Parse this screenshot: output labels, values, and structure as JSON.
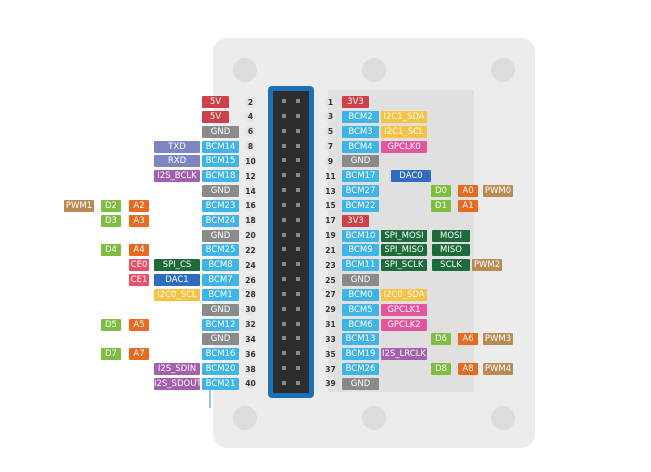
{
  "colors": {
    "power5v": "#cf4048",
    "power3v3": "#cf4048",
    "ground": "#8a8a8a",
    "bcm": "#3fb4e8",
    "i2c": "#f5c242",
    "uart": "#7d86c1",
    "i2s": "#a55fb0",
    "spi": "#1d6a3a",
    "digital": "#7dbd3f",
    "analog": "#e86a1e",
    "pwm": "#b98b55",
    "gpclk": "#e5559c",
    "dac": "#2f6bc0",
    "ce": "#ea4f6e",
    "connector": "#1a71b8"
  },
  "left": [
    {
      "pin": "2",
      "labels": [
        {
          "text": "5V",
          "type": "power5v"
        }
      ]
    },
    {
      "pin": "4",
      "labels": [
        {
          "text": "5V",
          "type": "power5v"
        }
      ]
    },
    {
      "pin": "6",
      "labels": [
        {
          "text": "GND",
          "type": "ground"
        }
      ]
    },
    {
      "pin": "8",
      "labels": [
        {
          "text": "TXD",
          "type": "uart"
        },
        {
          "text": "BCM14",
          "type": "bcm"
        }
      ]
    },
    {
      "pin": "10",
      "labels": [
        {
          "text": "RXD",
          "type": "uart"
        },
        {
          "text": "BCM15",
          "type": "bcm"
        }
      ]
    },
    {
      "pin": "12",
      "labels": [
        {
          "text": "I2S_BCLK",
          "type": "i2s"
        },
        {
          "text": "BCM18",
          "type": "bcm"
        }
      ]
    },
    {
      "pin": "14",
      "labels": [
        {
          "text": "GND",
          "type": "ground"
        }
      ]
    },
    {
      "pin": "16",
      "labels": [
        {
          "text": "PWM1",
          "type": "pwm"
        },
        {
          "text": "D2",
          "type": "digital"
        },
        {
          "text": "A2",
          "type": "analog"
        },
        {
          "text": "BCM23",
          "type": "bcm"
        }
      ]
    },
    {
      "pin": "18",
      "labels": [
        {
          "text": "D3",
          "type": "digital"
        },
        {
          "text": "A3",
          "type": "analog"
        },
        {
          "text": "BCM24",
          "type": "bcm"
        }
      ]
    },
    {
      "pin": "20",
      "labels": [
        {
          "text": "GND",
          "type": "ground"
        }
      ]
    },
    {
      "pin": "22",
      "labels": [
        {
          "text": "D4",
          "type": "digital"
        },
        {
          "text": "A4",
          "type": "analog"
        },
        {
          "text": "BCM25",
          "type": "bcm"
        }
      ]
    },
    {
      "pin": "24",
      "labels": [
        {
          "text": "CE0",
          "type": "ce"
        },
        {
          "text": "SPI_CS",
          "type": "spi"
        },
        {
          "text": "BCM8",
          "type": "bcm"
        }
      ]
    },
    {
      "pin": "26",
      "labels": [
        {
          "text": "CE1",
          "type": "ce"
        },
        {
          "text": "DAC1",
          "type": "dac"
        },
        {
          "text": "BCM7",
          "type": "bcm"
        }
      ]
    },
    {
      "pin": "28",
      "labels": [
        {
          "text": "I2C0_SCL",
          "type": "i2c"
        },
        {
          "text": "BCM1",
          "type": "bcm"
        }
      ]
    },
    {
      "pin": "30",
      "labels": [
        {
          "text": "GND",
          "type": "ground"
        }
      ]
    },
    {
      "pin": "32",
      "labels": [
        {
          "text": "D5",
          "type": "digital"
        },
        {
          "text": "A5",
          "type": "analog"
        },
        {
          "text": "BCM12",
          "type": "bcm"
        }
      ]
    },
    {
      "pin": "34",
      "labels": [
        {
          "text": "GND",
          "type": "ground"
        }
      ]
    },
    {
      "pin": "36",
      "labels": [
        {
          "text": "D7",
          "type": "digital"
        },
        {
          "text": "A7",
          "type": "analog"
        },
        {
          "text": "BCM16",
          "type": "bcm"
        }
      ]
    },
    {
      "pin": "38",
      "labels": [
        {
          "text": "I2S_SDIN",
          "type": "i2s"
        },
        {
          "text": "BCM20",
          "type": "bcm"
        }
      ]
    },
    {
      "pin": "40",
      "labels": [
        {
          "text": "I2S_SDOUT",
          "type": "i2s"
        },
        {
          "text": "BCM21",
          "type": "bcm"
        }
      ]
    }
  ],
  "right": [
    {
      "pin": "1",
      "labels": [
        {
          "text": "3V3",
          "type": "power3v3"
        }
      ]
    },
    {
      "pin": "3",
      "labels": [
        {
          "text": "BCM2",
          "type": "bcm"
        },
        {
          "text": "I2C1_SDA",
          "type": "i2c"
        }
      ]
    },
    {
      "pin": "5",
      "labels": [
        {
          "text": "BCM3",
          "type": "bcm"
        },
        {
          "text": "I2C1_SCL",
          "type": "i2c"
        }
      ]
    },
    {
      "pin": "7",
      "labels": [
        {
          "text": "BCM4",
          "type": "bcm"
        },
        {
          "text": "GPCLK0",
          "type": "gpclk"
        }
      ]
    },
    {
      "pin": "9",
      "labels": [
        {
          "text": "GND",
          "type": "ground"
        }
      ]
    },
    {
      "pin": "11",
      "labels": [
        {
          "text": "BCM17",
          "type": "bcm"
        },
        {
          "text": "DAC0",
          "type": "dac"
        }
      ]
    },
    {
      "pin": "13",
      "labels": [
        {
          "text": "BCM27",
          "type": "bcm"
        },
        {
          "text": "D0",
          "type": "digital"
        },
        {
          "text": "A0",
          "type": "analog"
        },
        {
          "text": "PWM0",
          "type": "pwm"
        }
      ]
    },
    {
      "pin": "15",
      "labels": [
        {
          "text": "BCM22",
          "type": "bcm"
        },
        {
          "text": "D1",
          "type": "digital"
        },
        {
          "text": "A1",
          "type": "analog"
        }
      ]
    },
    {
      "pin": "17",
      "labels": [
        {
          "text": "3V3",
          "type": "power3v3"
        }
      ]
    },
    {
      "pin": "19",
      "labels": [
        {
          "text": "BCM10",
          "type": "bcm"
        },
        {
          "text": "SPI_MOSI",
          "type": "spi"
        },
        {
          "text": "MOSI",
          "type": "spi"
        }
      ]
    },
    {
      "pin": "21",
      "labels": [
        {
          "text": "BCM9",
          "type": "bcm"
        },
        {
          "text": "SPI_MISO",
          "type": "spi"
        },
        {
          "text": "MISO",
          "type": "spi"
        }
      ]
    },
    {
      "pin": "23",
      "labels": [
        {
          "text": "BCM11",
          "type": "bcm"
        },
        {
          "text": "SPI_SCLK",
          "type": "spi"
        },
        {
          "text": "SCLK",
          "type": "spi"
        },
        {
          "text": "PWM2",
          "type": "pwm"
        }
      ]
    },
    {
      "pin": "25",
      "labels": [
        {
          "text": "GND",
          "type": "ground"
        }
      ]
    },
    {
      "pin": "27",
      "labels": [
        {
          "text": "BCM0",
          "type": "bcm"
        },
        {
          "text": "I2C0_SDA",
          "type": "i2c"
        }
      ]
    },
    {
      "pin": "29",
      "labels": [
        {
          "text": "BCM5",
          "type": "bcm"
        },
        {
          "text": "GPCLK1",
          "type": "gpclk"
        }
      ]
    },
    {
      "pin": "31",
      "labels": [
        {
          "text": "BCM6",
          "type": "bcm"
        },
        {
          "text": "GPCLK2",
          "type": "gpclk"
        }
      ]
    },
    {
      "pin": "33",
      "labels": [
        {
          "text": "BCM13",
          "type": "bcm"
        },
        {
          "text": "D6",
          "type": "digital"
        },
        {
          "text": "A6",
          "type": "analog"
        },
        {
          "text": "PWM3",
          "type": "pwm"
        }
      ]
    },
    {
      "pin": "35",
      "labels": [
        {
          "text": "BCM19",
          "type": "bcm"
        },
        {
          "text": "I2S_LRCLK",
          "type": "i2s"
        }
      ]
    },
    {
      "pin": "37",
      "labels": [
        {
          "text": "BCM26",
          "type": "bcm"
        },
        {
          "text": "D8",
          "type": "digital"
        },
        {
          "text": "A8",
          "type": "analog"
        },
        {
          "text": "PWM4",
          "type": "pwm"
        }
      ]
    },
    {
      "pin": "39",
      "labels": [
        {
          "text": "GND",
          "type": "ground"
        }
      ]
    }
  ]
}
